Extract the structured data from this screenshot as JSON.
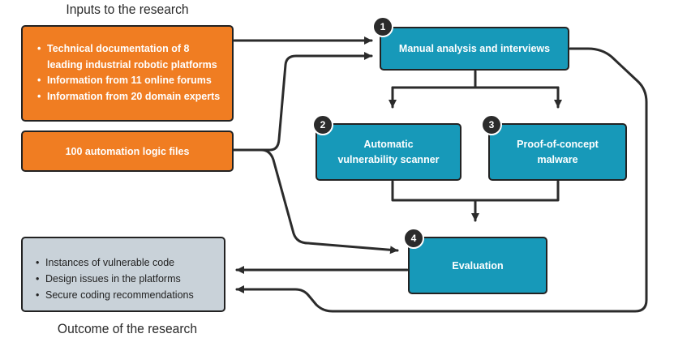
{
  "headings": {
    "top": "Inputs to the research",
    "bottom": "Outcome of the research"
  },
  "inputs": {
    "items": [
      "Technical documentation of 8",
      "leading industrial robotic platforms",
      "Information from 11 online forums",
      "Information from 20 domain experts"
    ],
    "logic_files": "100 automation logic files"
  },
  "steps": {
    "s1": {
      "number": "1",
      "label": "Manual analysis and interviews"
    },
    "s2": {
      "number": "2",
      "line1": "Automatic",
      "line2": "vulnerability scanner"
    },
    "s3": {
      "number": "3",
      "line1": "Proof-of-concept",
      "line2": "malware"
    },
    "s4": {
      "number": "4",
      "label": "Evaluation"
    }
  },
  "outcome": {
    "items": [
      "Instances of vulnerable code",
      "Design issues in the platforms",
      "Secure coding recommendations"
    ]
  },
  "colors": {
    "orange": "#f07d22",
    "teal": "#1799b9",
    "grey": "#c9d2d9",
    "line": "#2b2b2b"
  }
}
